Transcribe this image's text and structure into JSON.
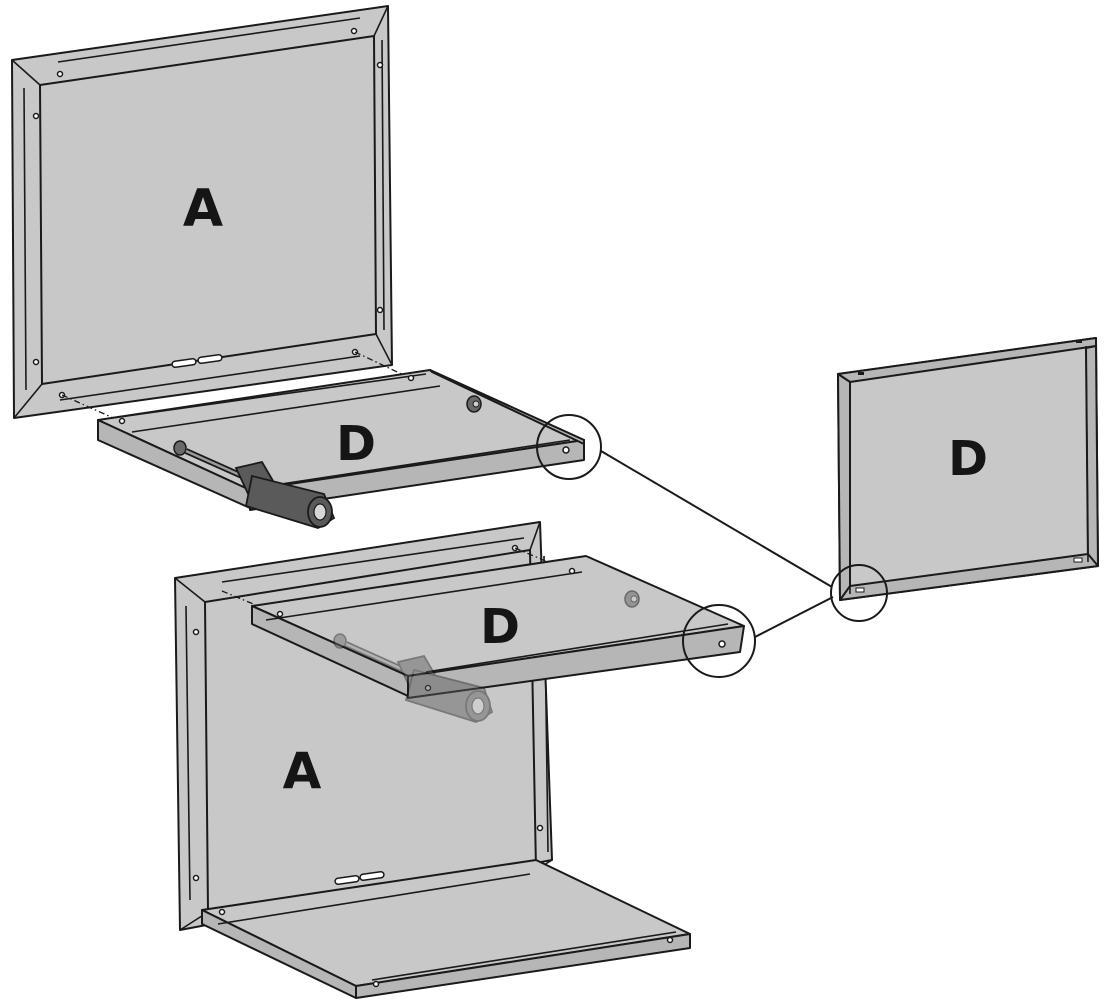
{
  "labels": {
    "panel_a_top": "A",
    "shelf_d_top": "D",
    "panel_d_right": "D",
    "shelf_d_bottom": "D",
    "panel_a_bottom": "A"
  },
  "colors": {
    "panel_fill": "#c8c8c8",
    "edge_fill": "#b6b6b6",
    "outline": "#1a1a1a",
    "screwdriver_handle": "#5a5a5a"
  }
}
